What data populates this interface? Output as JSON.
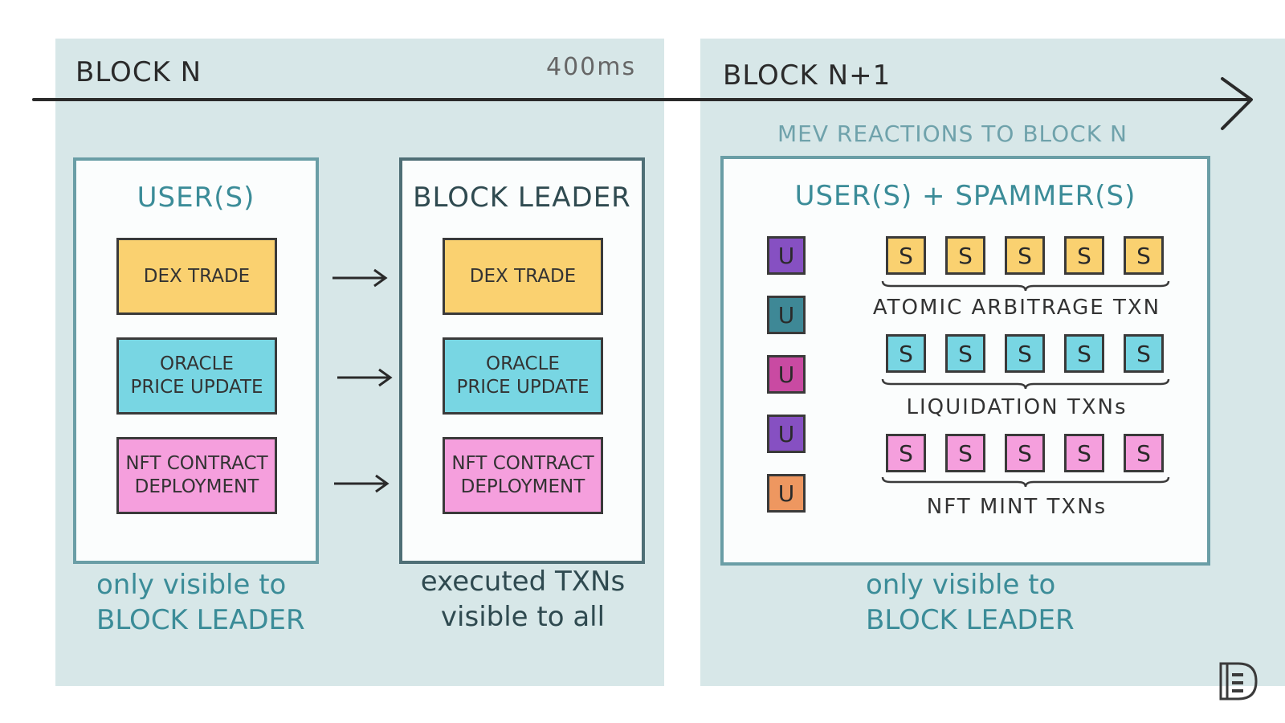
{
  "timeline": {
    "block_n": "BLOCK N",
    "duration": "400ms",
    "block_n1": "BLOCK N+1",
    "mev_title": "MEV REACTIONS TO BLOCK N"
  },
  "users_card": {
    "title": "USER(S)",
    "txs": [
      "DEX TRADE",
      "ORACLE\nPRICE UPDATE",
      "NFT CONTRACT\nDEPLOYMENT"
    ],
    "caption_line1": "only visible to",
    "caption_line2": "BLOCK LEADER"
  },
  "leader_card": {
    "title": "BLOCK LEADER",
    "txs": [
      "DEX TRADE",
      "ORACLE\nPRICE UPDATE",
      "NFT CONTRACT\nDEPLOYMENT"
    ],
    "caption_line1": "executed TXNs",
    "caption_line2": "visible to all"
  },
  "spam_card": {
    "title": "USER(S) + SPAMMER(S)",
    "user_label": "U",
    "spam_label": "S",
    "user_colors": [
      "#8650c2",
      "#3e8896",
      "#c94aa2",
      "#8650c2",
      "#ee9760"
    ],
    "rows": [
      {
        "label": "ATOMIC ARBITRAGE TXN",
        "color": "#fad170"
      },
      {
        "label": "LIQUIDATION TXNs",
        "color": "#78d6e3"
      },
      {
        "label": "NFT MINT TXNs",
        "color": "#f59fdd"
      }
    ],
    "caption_line1": "only visible to",
    "caption_line2": "BLOCK LEADER"
  },
  "colors": {
    "panel_bg": "#d7e7e8",
    "card_border": "#6a9ea6",
    "teal_text": "#3b8c98",
    "dex": "#fad170",
    "oracle": "#78d6e3",
    "nft": "#f59fdd"
  },
  "icons": {
    "timeline_arrow": "arrow-right-icon",
    "logo": "publisher-logo-icon"
  }
}
